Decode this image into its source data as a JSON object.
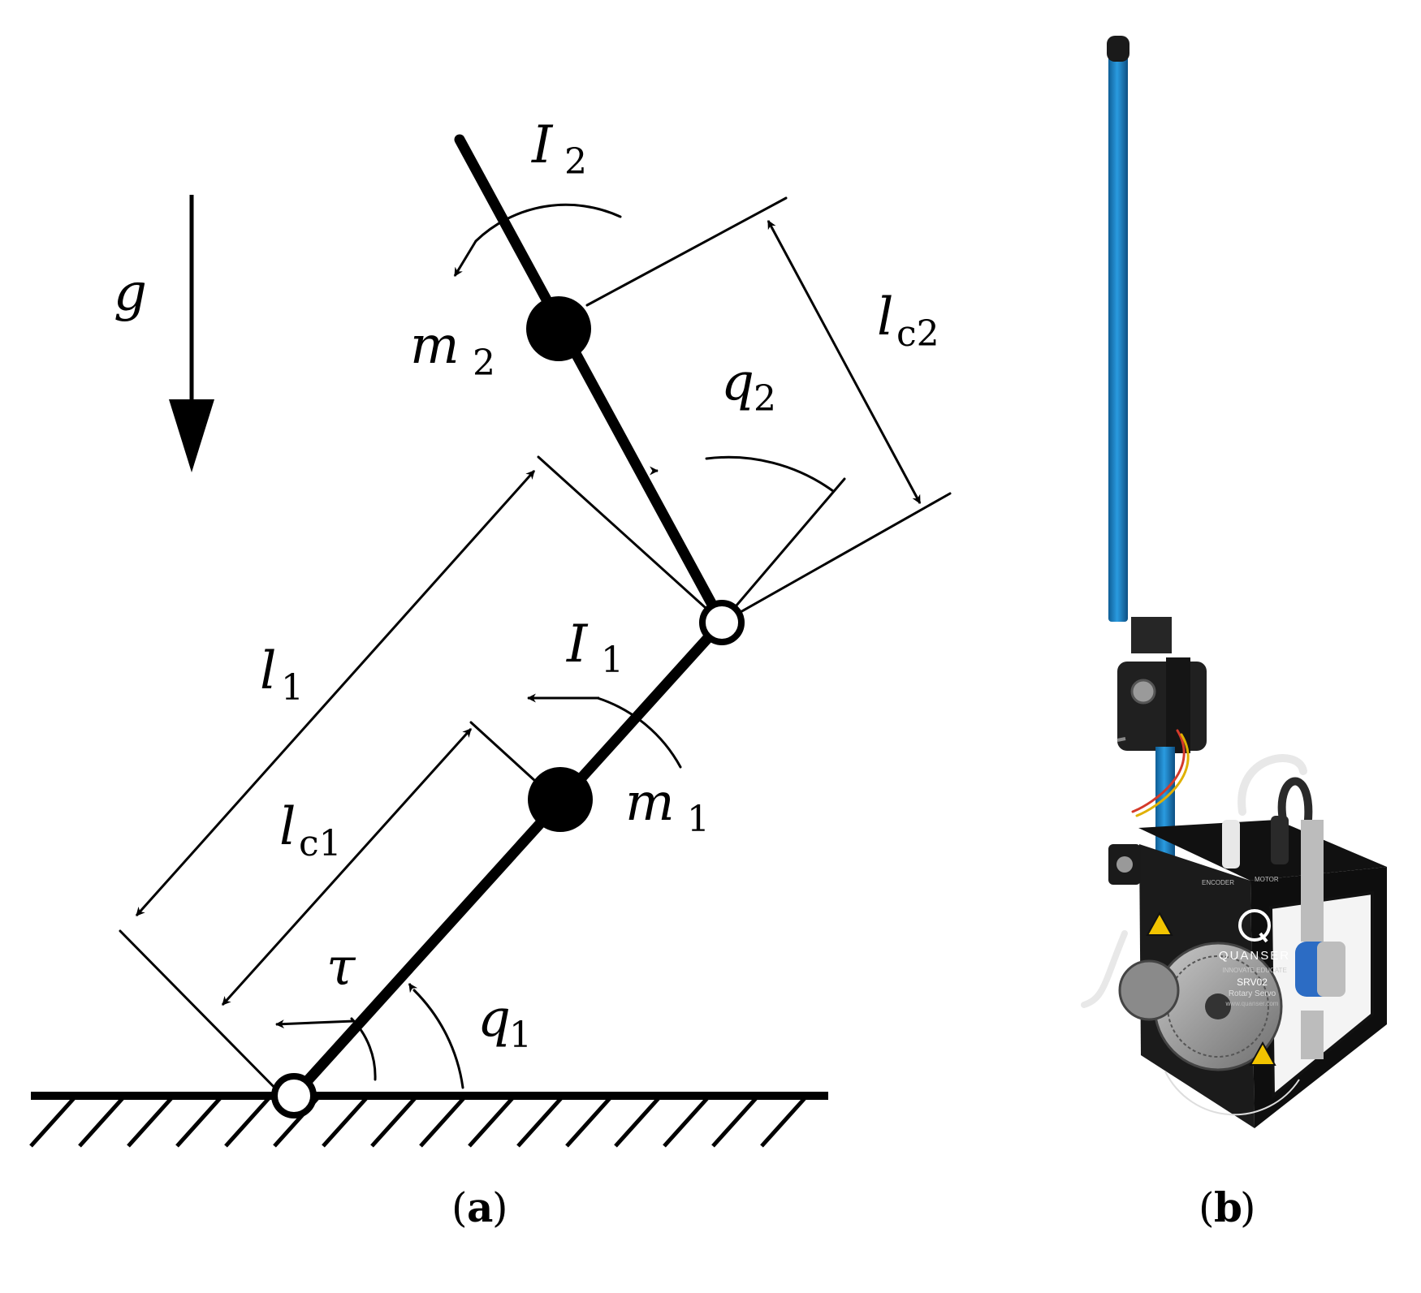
{
  "labels": {
    "g": "g",
    "I": "I",
    "m": "m",
    "l": "l",
    "q": "q",
    "tau": "τ",
    "sub_1": "1",
    "sub_2": "2",
    "sub_c1": "c1",
    "sub_c2": "c2"
  },
  "captions": {
    "a": "a",
    "b": "b",
    "open_paren": "(",
    "close_paren": ")"
  },
  "device": {
    "brand": "QUANSER",
    "tagline": "INNOVATE  EDUCATE",
    "model": "SRV02",
    "product": "Rotary Servo",
    "website": "www.quanser.com",
    "port_encoder": "ENCODER",
    "port_motor": "MOTOR"
  },
  "colors": {
    "pendulum_rod": "#1f86cc",
    "device_body": "#1b1b1b",
    "gear": "#9a9a9a",
    "warning": "#f2c400"
  }
}
